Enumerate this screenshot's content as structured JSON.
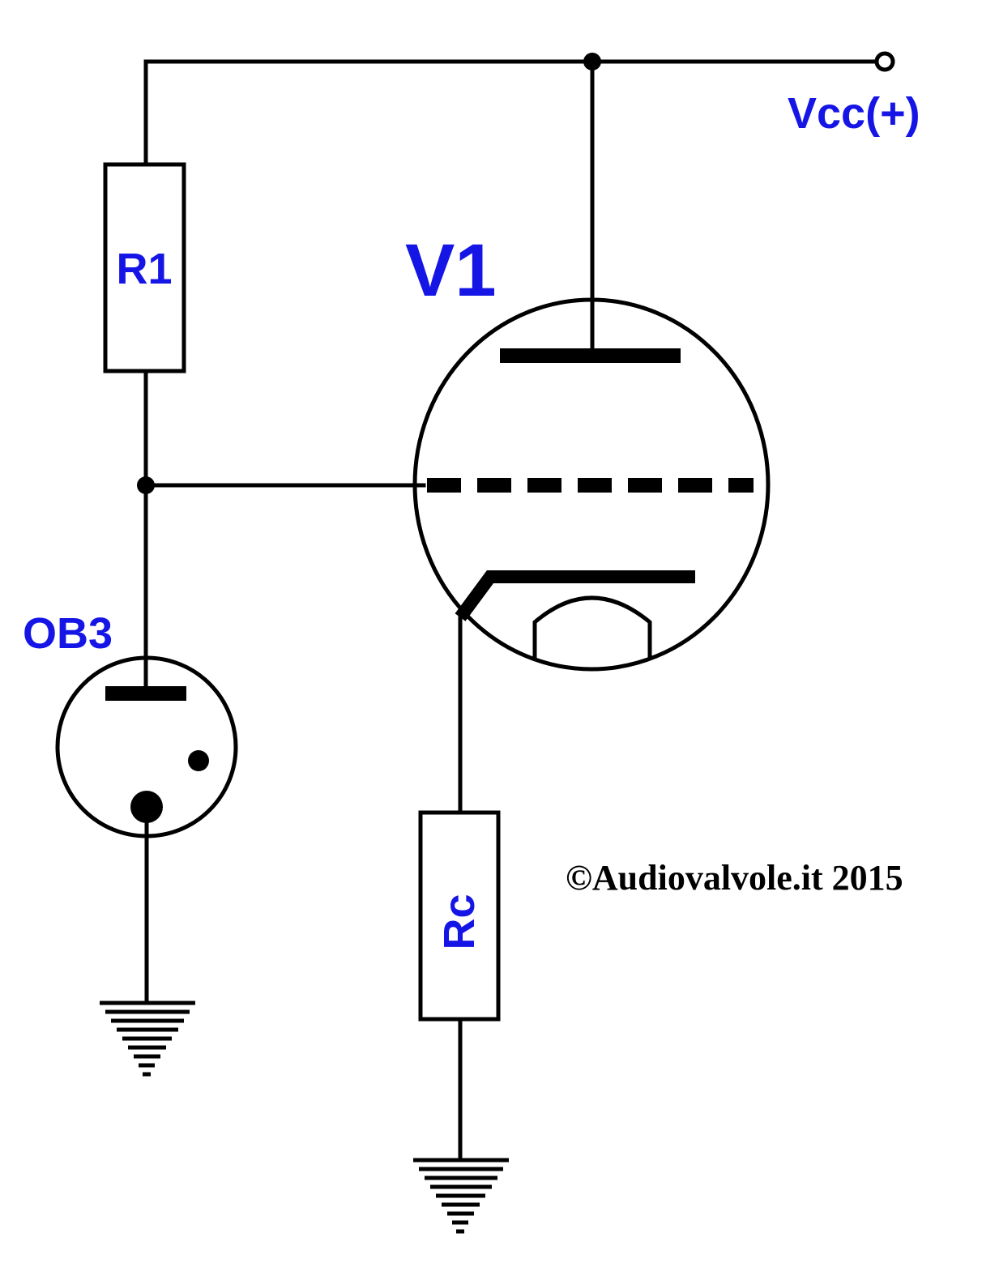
{
  "labels": {
    "vcc": "Vcc(+)",
    "r1": "R1",
    "v1": "V1",
    "ob3": "OB3",
    "rc": "Rc"
  },
  "copyright": "©Audiovalvole.it 2015",
  "colors": {
    "label": "#1515e6",
    "line": "#000000",
    "background": "#ffffff"
  }
}
